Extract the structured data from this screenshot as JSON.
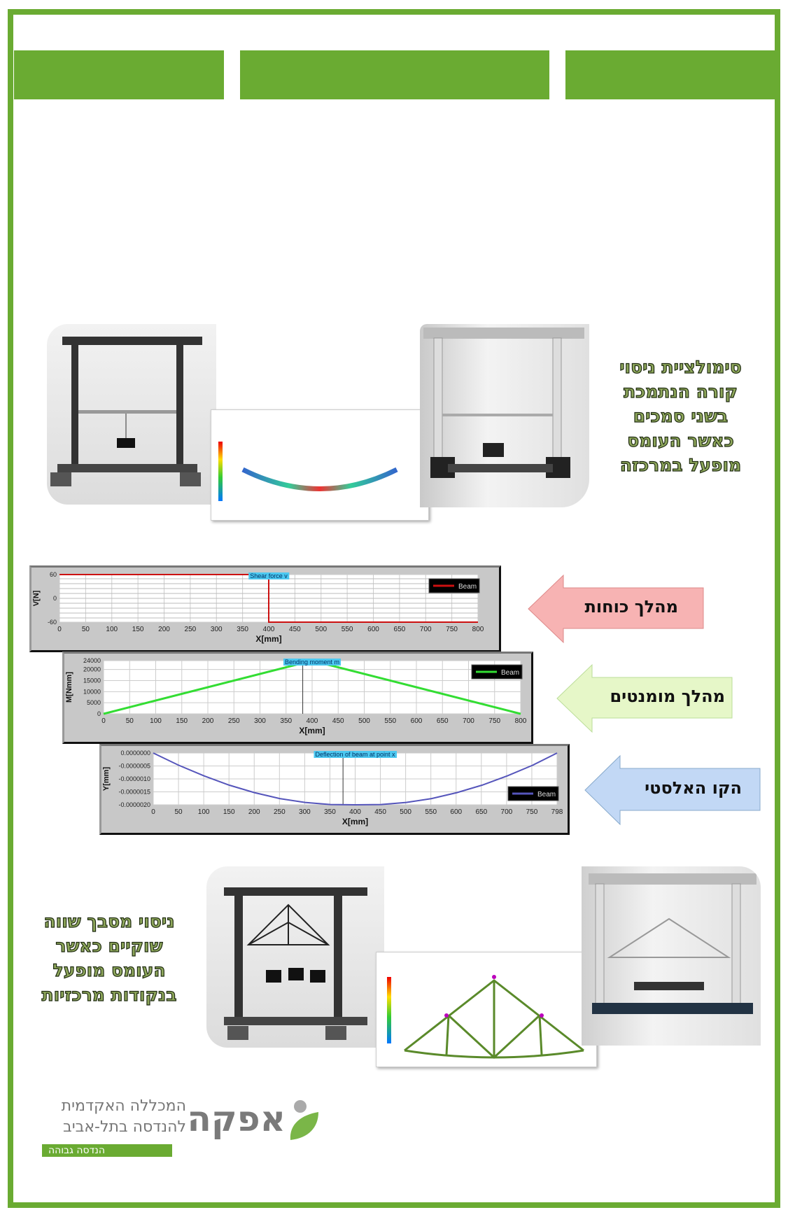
{
  "colors": {
    "brand_green": "#6aab32",
    "text_fill": "#8fa85c",
    "arrow_red": "#f7b3b3",
    "arrow_green": "#e6f7c8",
    "arrow_blue": "#c2d8f5"
  },
  "section1": {
    "caption": [
      "סימולציית ניסוי",
      "קורה הנתמכת",
      "בשני סמכים",
      "כאשר העומס",
      "מופעל במרכזה"
    ]
  },
  "arrows": [
    {
      "label": "מהלך כוחות",
      "color": "#f7b3b3"
    },
    {
      "label": "מהלך מומנטים",
      "color": "#e6f7c8"
    },
    {
      "label": "הקו האלסטי",
      "color": "#c2d8f5"
    }
  ],
  "section2": {
    "caption": [
      "ניסוי מסבך שווה",
      "שוקיים כאשר",
      "העומס מופעל",
      "בנקודות מרכזיות"
    ]
  },
  "logo": {
    "name": "אפקה",
    "line1": "המכללה האקדמית",
    "line2": "להנדסה בתל-אביב",
    "tag": "הנדסה גבוהה"
  },
  "chart_data": [
    {
      "type": "line",
      "title": "Shear force v",
      "xlabel": "X[mm]",
      "ylabel": "V[N]",
      "legend": "Beam",
      "legend_position": "top-right",
      "color": "#cc1111",
      "xlim": [
        0,
        800
      ],
      "ylim": [
        -60,
        60
      ],
      "xticks": [
        "0",
        "50",
        "100",
        "150",
        "200",
        "250",
        "300",
        "350",
        "400",
        "450",
        "500",
        "550",
        "600",
        "650",
        "700",
        "750",
        "800"
      ],
      "yticks": [
        {
          "v": 60,
          "label": "60"
        },
        {
          "v": 0,
          "label": "0"
        },
        {
          "v": -60,
          "label": "-60"
        }
      ],
      "x": [
        0,
        400,
        400,
        400,
        800
      ],
      "y": [
        60,
        60,
        0,
        -60,
        -60
      ]
    },
    {
      "type": "line",
      "title": "Bending moment m",
      "xlabel": "X[mm]",
      "ylabel": "M[Nmm]",
      "legend": "Beam",
      "legend_position": "top-right",
      "color": "#33dd33",
      "xlim": [
        0,
        800
      ],
      "ylim": [
        0,
        24000
      ],
      "xticks": [
        "0",
        "50",
        "100",
        "150",
        "200",
        "250",
        "300",
        "350",
        "400",
        "450",
        "500",
        "550",
        "600",
        "650",
        "700",
        "750",
        "800"
      ],
      "yticks": [
        {
          "v": 24000,
          "label": "24000"
        },
        {
          "v": 20000,
          "label": "20000"
        },
        {
          "v": 15000,
          "label": "15000"
        },
        {
          "v": 10000,
          "label": "10000"
        },
        {
          "v": 5000,
          "label": "5000"
        },
        {
          "v": 0,
          "label": "0"
        }
      ],
      "cursor_x": 382,
      "x": [
        0,
        400,
        800
      ],
      "y": [
        0,
        24000,
        0
      ]
    },
    {
      "type": "line",
      "title": "Deflection of beam at point x",
      "xlabel": "X[mm]",
      "ylabel": "Y[mm]",
      "legend": "Beam",
      "legend_position": "bottom-right",
      "color": "#5555bb",
      "xlim": [
        0,
        798
      ],
      "ylim": [
        -2e-06,
        0
      ],
      "xticks": [
        "0",
        "50",
        "100",
        "150",
        "200",
        "250",
        "300",
        "350",
        "400",
        "450",
        "500",
        "550",
        "600",
        "650",
        "700",
        "750",
        "798"
      ],
      "yticks": [
        {
          "v": 0,
          "label": "0.0000000"
        },
        {
          "v": -5e-07,
          "label": "-0.0000005"
        },
        {
          "v": -1e-06,
          "label": "-0.0000010"
        },
        {
          "v": -1.5e-06,
          "label": "-0.0000015"
        },
        {
          "v": -2e-06,
          "label": "-0.0000020"
        }
      ],
      "cursor_x": 375,
      "x": [
        0,
        50,
        100,
        150,
        200,
        250,
        300,
        350,
        399,
        450,
        500,
        550,
        600,
        650,
        700,
        750,
        798
      ],
      "y": [
        0,
        -4.7e-07,
        -8.8e-07,
        -1.24e-06,
        -1.53e-06,
        -1.76e-06,
        -1.91e-06,
        -1.99e-06,
        -2e-06,
        -1.99e-06,
        -1.91e-06,
        -1.76e-06,
        -1.53e-06,
        -1.24e-06,
        -8.8e-07,
        -4.7e-07,
        0
      ]
    }
  ]
}
